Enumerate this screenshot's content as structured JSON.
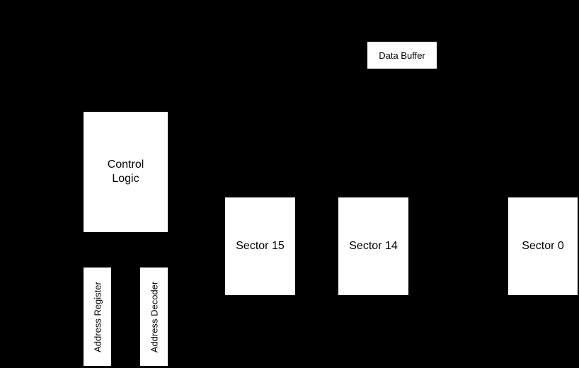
{
  "diagram": {
    "description": "Flash memory block diagram",
    "colors": {
      "background": "#000000",
      "node_fill": "#ffffff",
      "node_text": "#000000"
    },
    "nodes": {
      "data_buffer": {
        "label": "Data Buffer"
      },
      "control_logic": {
        "label": "Control\nLogic"
      },
      "address_register": {
        "label": "Address Register"
      },
      "address_decoder": {
        "label": "Address Decoder"
      },
      "sector_15": {
        "label": "Sector 15"
      },
      "sector_14": {
        "label": "Sector 14"
      },
      "sector_0": {
        "label": "Sector 0"
      }
    }
  }
}
